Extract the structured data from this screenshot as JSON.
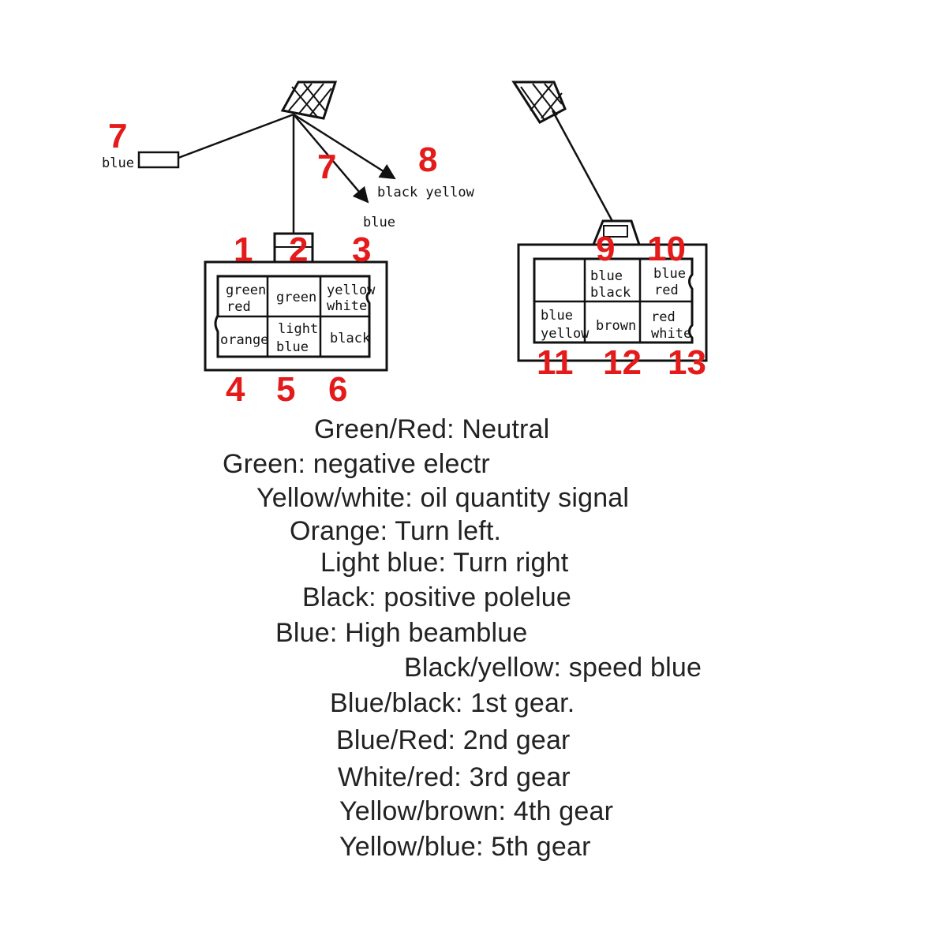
{
  "left_wires": {
    "wire_a": {
      "number": "7",
      "color": "blue"
    },
    "wire_b": {
      "number": "7",
      "color": "blue"
    },
    "wire_c": {
      "number": "8",
      "color": "black yellow"
    }
  },
  "left_connector": {
    "top_numbers": [
      "1",
      "2",
      "3"
    ],
    "bottom_numbers": [
      "4",
      "5",
      "6"
    ],
    "pins": [
      {
        "line1": "green",
        "line2": "red"
      },
      {
        "line1": "green",
        "line2": ""
      },
      {
        "line1": "yellow",
        "line2": "white"
      },
      {
        "line1": "orange",
        "line2": ""
      },
      {
        "line1": "light",
        "line2": "blue"
      },
      {
        "line1": "black",
        "line2": ""
      }
    ]
  },
  "right_connector": {
    "top_numbers": [
      "9",
      "10"
    ],
    "bottom_numbers": [
      "11",
      "12",
      "13"
    ],
    "pins": [
      {
        "line1": "",
        "line2": ""
      },
      {
        "line1": "blue",
        "line2": "black"
      },
      {
        "line1": "blue",
        "line2": "red"
      },
      {
        "line1": "blue",
        "line2": "yellow"
      },
      {
        "line1": "brown",
        "line2": ""
      },
      {
        "line1": "red",
        "line2": "white"
      }
    ]
  },
  "legend": [
    "Green/Red: Neutral",
    "Green: negative electr",
    "Yellow/white: oil quantity signal",
    "Orange: Turn left.",
    "Light blue: Turn right",
    "Black: positive polelue",
    "Blue: High beamblue",
    "Black/yellow: speed blue",
    "Blue/black: 1st gear.",
    "Blue/Red: 2nd gear",
    "White/red: 3rd gear",
    "Yellow/brown: 4th gear",
    "Yellow/blue: 5th gear"
  ],
  "colors": {
    "number_color": "#e41b1b",
    "line_color": "#111111",
    "text_color": "#222222"
  }
}
